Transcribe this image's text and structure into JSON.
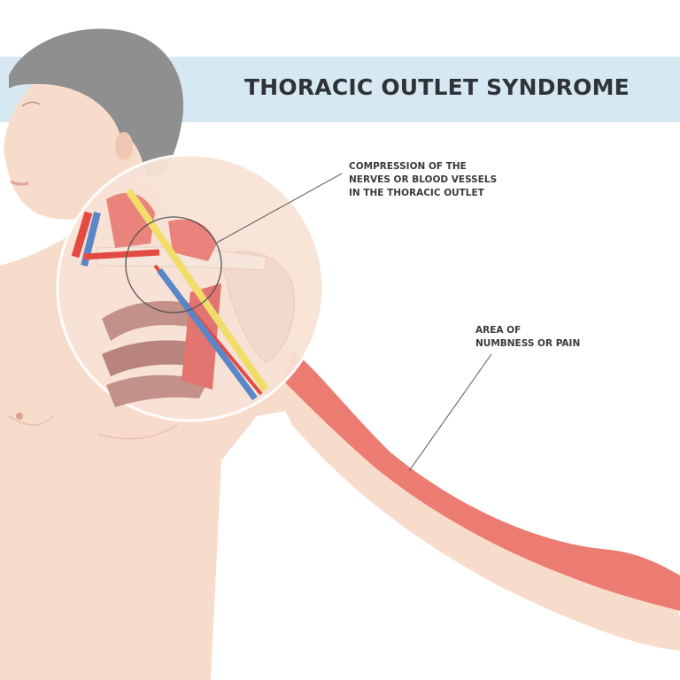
{
  "title": "THORACIC OUTLET SYNDROME",
  "annotations": [
    {
      "lines": [
        "COMPRESSION OF THE",
        "NERVES OR BLOOD VESSELS",
        "IN THE THORACIC OUTLET"
      ]
    },
    {
      "lines": [
        "AREA OF",
        "NUMBNESS OR PAIN"
      ]
    }
  ],
  "colors": {
    "banner": "#d6e9f3",
    "skin": "#f8dccb",
    "hair": "#8f8f8f",
    "pain_area": "#ec7c72",
    "artery": "#e34a42",
    "vein": "#5b86c8",
    "nerve": "#f2dc6a",
    "muscle": "#e9837b"
  }
}
